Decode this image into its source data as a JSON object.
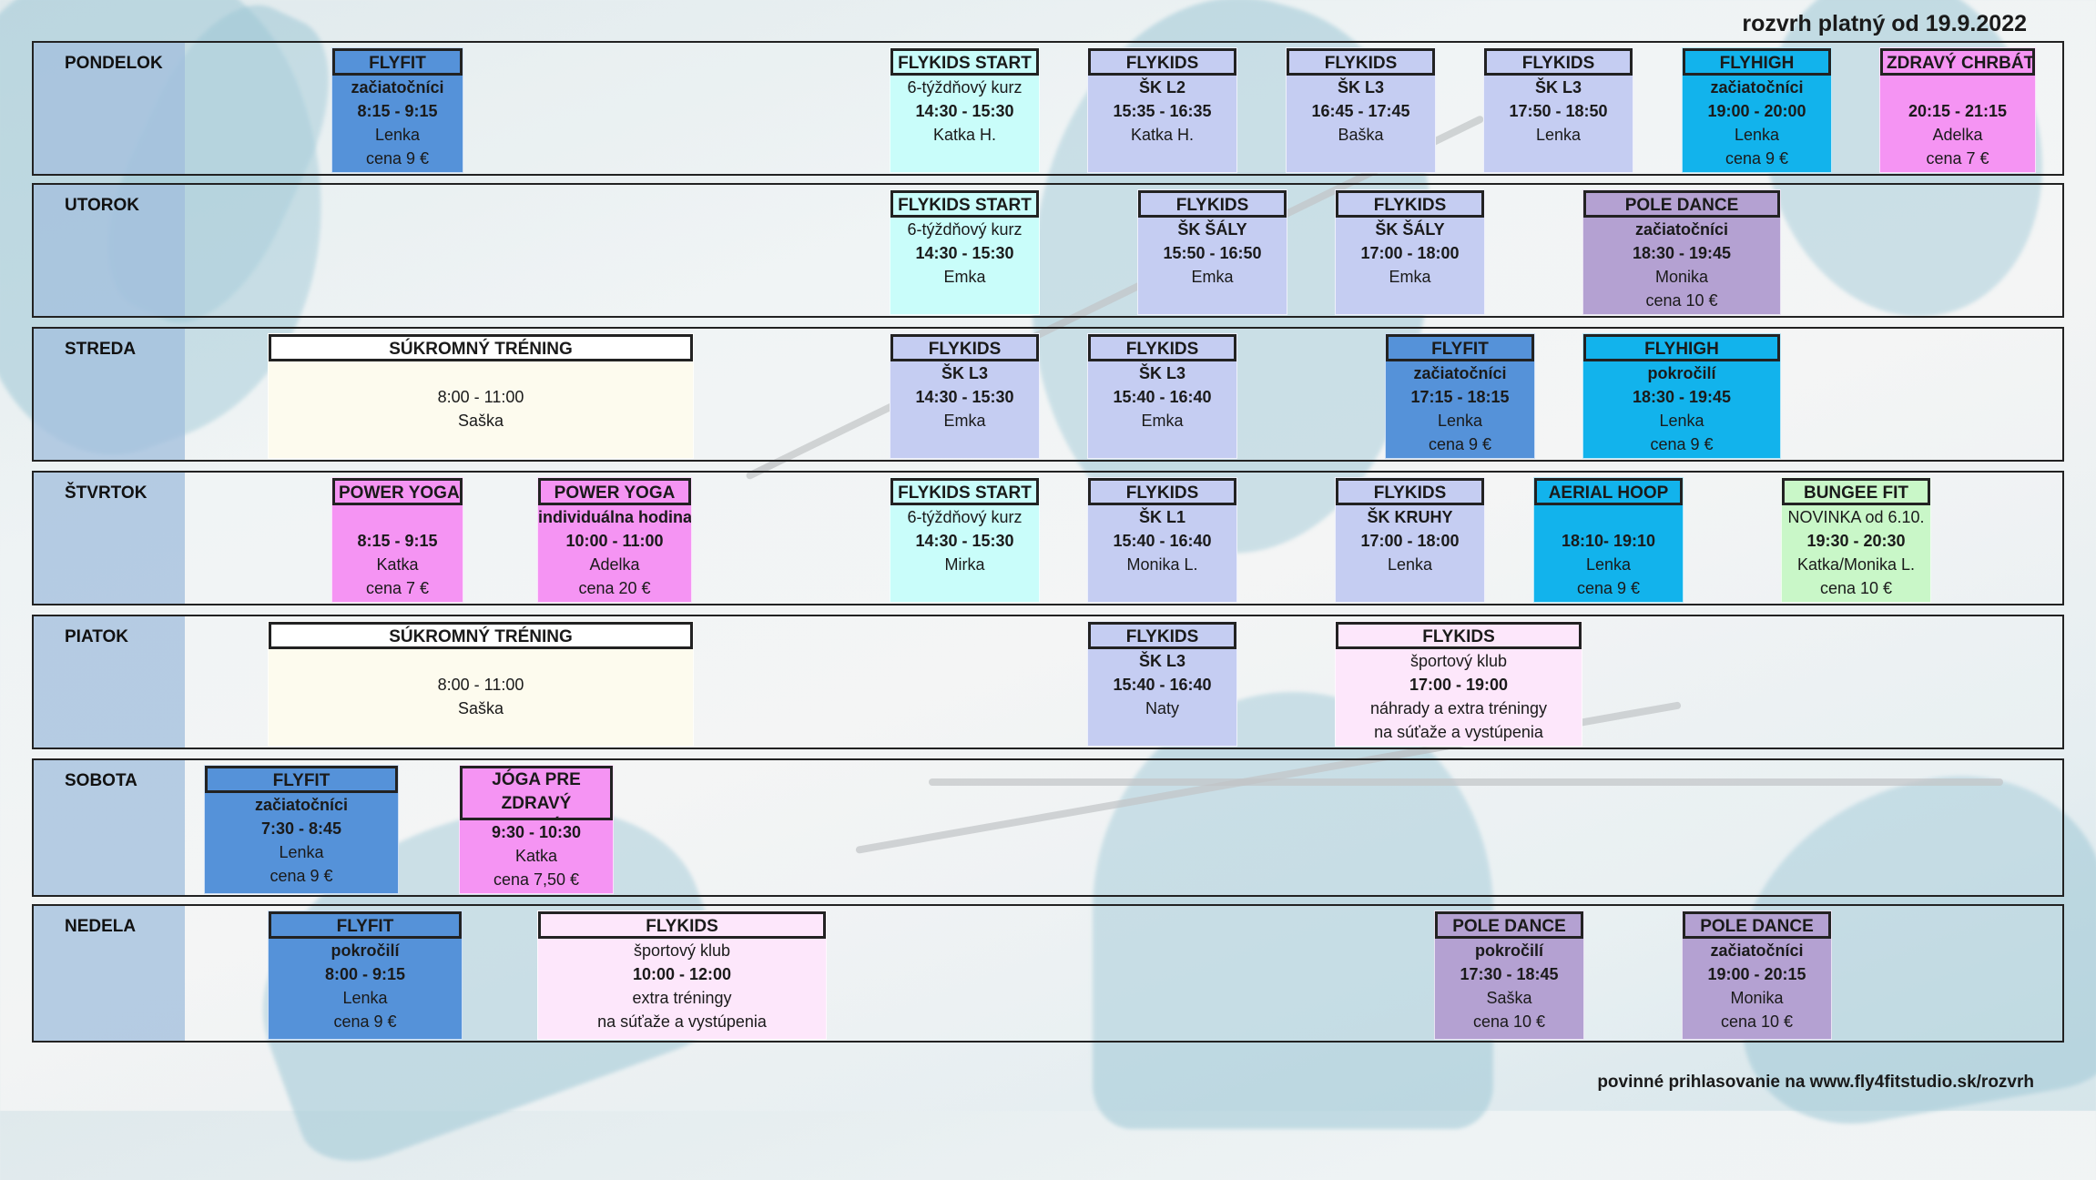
{
  "header": {
    "valid_from": "rozvrh platný od 19.9.2022"
  },
  "footer": {
    "note": "povinné prihlasovanie na www.fly4fitstudio.sk/rozvrh"
  },
  "days": [
    {
      "name": "PONDELOK",
      "classes": [
        {
          "title": "FLYFIT",
          "lines": [
            {
              "t": "začiatočníci",
              "b": true
            },
            {
              "t": "8:15 - 9:15",
              "b": true
            },
            {
              "t": "Lenka"
            },
            {
              "t": "cena 9 €"
            }
          ]
        },
        {
          "title": "FLYKIDS START",
          "lines": [
            {
              "t": "6-týždňový kurz"
            },
            {
              "t": "14:30 - 15:30",
              "b": true
            },
            {
              "t": "Katka H."
            }
          ]
        },
        {
          "title": "FLYKIDS",
          "lines": [
            {
              "t": "ŠK L2",
              "b": true
            },
            {
              "t": "15:35 - 16:35",
              "b": true
            },
            {
              "t": "Katka H."
            }
          ]
        },
        {
          "title": "FLYKIDS",
          "lines": [
            {
              "t": "ŠK L3",
              "b": true
            },
            {
              "t": "16:45 - 17:45",
              "b": true
            },
            {
              "t": "Baška"
            }
          ]
        },
        {
          "title": "FLYKIDS",
          "lines": [
            {
              "t": "ŠK L3",
              "b": true
            },
            {
              "t": "17:50 - 18:50",
              "b": true
            },
            {
              "t": "Lenka"
            }
          ]
        },
        {
          "title": "FLYHIGH",
          "lines": [
            {
              "t": "začiatočníci",
              "b": true
            },
            {
              "t": "19:00 - 20:00",
              "b": true
            },
            {
              "t": "Lenka"
            },
            {
              "t": "cena 9 €"
            }
          ]
        },
        {
          "title": "ZDRAVÝ CHRBÁT",
          "lines": [
            {
              "t": ""
            },
            {
              "t": "20:15 - 21:15",
              "b": true
            },
            {
              "t": "Adelka"
            },
            {
              "t": "cena 7 €"
            }
          ]
        }
      ]
    },
    {
      "name": "UTOROK",
      "classes": [
        {
          "title": "FLYKIDS START",
          "lines": [
            {
              "t": "6-týždňový kurz"
            },
            {
              "t": "14:30 - 15:30",
              "b": true
            },
            {
              "t": "Emka"
            }
          ]
        },
        {
          "title": "FLYKIDS",
          "lines": [
            {
              "t": "ŠK ŠÁLY",
              "b": true
            },
            {
              "t": "15:50 - 16:50",
              "b": true
            },
            {
              "t": "Emka"
            }
          ]
        },
        {
          "title": "FLYKIDS",
          "lines": [
            {
              "t": "ŠK ŠÁLY",
              "b": true
            },
            {
              "t": "17:00 - 18:00",
              "b": true
            },
            {
              "t": "Emka"
            }
          ]
        },
        {
          "title": "POLE DANCE",
          "lines": [
            {
              "t": "začiatočníci",
              "b": true
            },
            {
              "t": "18:30 - 19:45",
              "b": true
            },
            {
              "t": "Monika"
            },
            {
              "t": "cena 10 €"
            }
          ]
        }
      ]
    },
    {
      "name": "STREDA",
      "classes": [
        {
          "title": "SÚKROMNÝ TRÉNING",
          "lines": [
            {
              "t": ""
            },
            {
              "t": "8:00 - 11:00"
            },
            {
              "t": "Saška"
            }
          ]
        },
        {
          "title": "FLYKIDS",
          "lines": [
            {
              "t": "ŠK L3",
              "b": true
            },
            {
              "t": "14:30 - 15:30",
              "b": true
            },
            {
              "t": "Emka"
            }
          ]
        },
        {
          "title": "FLYKIDS",
          "lines": [
            {
              "t": "ŠK L3",
              "b": true
            },
            {
              "t": "15:40 - 16:40",
              "b": true
            },
            {
              "t": "Emka"
            }
          ]
        },
        {
          "title": "FLYFIT",
          "lines": [
            {
              "t": "začiatočníci",
              "b": true
            },
            {
              "t": "17:15 - 18:15",
              "b": true
            },
            {
              "t": "Lenka"
            },
            {
              "t": "cena 9 €"
            }
          ]
        },
        {
          "title": "FLYHIGH",
          "lines": [
            {
              "t": "pokročilí",
              "b": true
            },
            {
              "t": "18:30 - 19:45",
              "b": true
            },
            {
              "t": "Lenka"
            },
            {
              "t": "cena 9 €"
            }
          ]
        }
      ]
    },
    {
      "name": "ŠTVRTOK",
      "classes": [
        {
          "title": "POWER YOGA",
          "lines": [
            {
              "t": ""
            },
            {
              "t": "8:15 - 9:15",
              "b": true
            },
            {
              "t": "Katka"
            },
            {
              "t": "cena 7 €"
            }
          ]
        },
        {
          "title": "POWER YOGA",
          "lines": [
            {
              "t": "individuálna hodina",
              "b": true
            },
            {
              "t": "10:00 - 11:00",
              "b": true
            },
            {
              "t": "Adelka"
            },
            {
              "t": "cena 20 €"
            }
          ]
        },
        {
          "title": "FLYKIDS START",
          "lines": [
            {
              "t": "6-týždňový kurz"
            },
            {
              "t": "14:30 - 15:30",
              "b": true
            },
            {
              "t": "Mirka"
            }
          ]
        },
        {
          "title": "FLYKIDS",
          "lines": [
            {
              "t": "ŠK L1",
              "b": true
            },
            {
              "t": "15:40 - 16:40",
              "b": true
            },
            {
              "t": "Monika L."
            }
          ]
        },
        {
          "title": "FLYKIDS",
          "lines": [
            {
              "t": "ŠK KRUHY",
              "b": true
            },
            {
              "t": "17:00 - 18:00",
              "b": true
            },
            {
              "t": "Lenka"
            }
          ]
        },
        {
          "title": "AERIAL HOOP",
          "lines": [
            {
              "t": ""
            },
            {
              "t": "18:10- 19:10",
              "b": true
            },
            {
              "t": "Lenka"
            },
            {
              "t": "cena 9 €"
            }
          ]
        },
        {
          "title": "BUNGEE FIT",
          "lines": [
            {
              "t": "NOVINKA od 6.10."
            },
            {
              "t": "19:30 - 20:30",
              "b": true
            },
            {
              "t": "Katka/Monika L."
            },
            {
              "t": "cena 10 €"
            }
          ]
        }
      ]
    },
    {
      "name": "PIATOK",
      "classes": [
        {
          "title": "SÚKROMNÝ TRÉNING",
          "lines": [
            {
              "t": ""
            },
            {
              "t": "8:00 - 11:00"
            },
            {
              "t": "Saška"
            }
          ]
        },
        {
          "title": "FLYKIDS",
          "lines": [
            {
              "t": "ŠK L3",
              "b": true
            },
            {
              "t": "15:40 - 16:40",
              "b": true
            },
            {
              "t": "Naty"
            }
          ]
        },
        {
          "title": "FLYKIDS",
          "lines": [
            {
              "t": "športový klub"
            },
            {
              "t": "17:00 - 19:00",
              "b": true
            },
            {
              "t": "náhrady a extra tréningy"
            },
            {
              "t": "na súťaže a vystúpenia"
            }
          ]
        }
      ]
    },
    {
      "name": "SOBOTA",
      "classes": [
        {
          "title": "FLYFIT",
          "lines": [
            {
              "t": "začiatočníci",
              "b": true
            },
            {
              "t": "7:30 - 8:45",
              "b": true
            },
            {
              "t": "Lenka"
            },
            {
              "t": "cena 9 €"
            }
          ]
        },
        {
          "title": "JÓGA PRE ZDRAVÝ CHRBÁT",
          "lines": [
            {
              "t": "9:30 - 10:30",
              "b": true
            },
            {
              "t": "Katka"
            },
            {
              "t": "cena 7,50 €"
            }
          ]
        }
      ]
    },
    {
      "name": "NEDELA",
      "classes": [
        {
          "title": "FLYFIT",
          "lines": [
            {
              "t": "pokročilí",
              "b": true
            },
            {
              "t": "8:00 - 9:15",
              "b": true
            },
            {
              "t": "Lenka"
            },
            {
              "t": "cena 9 €"
            }
          ]
        },
        {
          "title": "FLYKIDS",
          "lines": [
            {
              "t": "športový klub"
            },
            {
              "t": "10:00 - 12:00",
              "b": true
            },
            {
              "t": "extra tréningy"
            },
            {
              "t": "na súťaže a vystúpenia"
            }
          ]
        },
        {
          "title": "POLE DANCE",
          "lines": [
            {
              "t": "pokročilí",
              "b": true
            },
            {
              "t": "17:30 - 18:45",
              "b": true
            },
            {
              "t": "Saška"
            },
            {
              "t": "cena 10 €"
            }
          ]
        },
        {
          "title": "POLE DANCE",
          "lines": [
            {
              "t": "začiatočníci",
              "b": true
            },
            {
              "t": "19:00 - 20:15",
              "b": true
            },
            {
              "t": "Monika"
            },
            {
              "t": "cena 10 €"
            }
          ]
        }
      ]
    }
  ]
}
